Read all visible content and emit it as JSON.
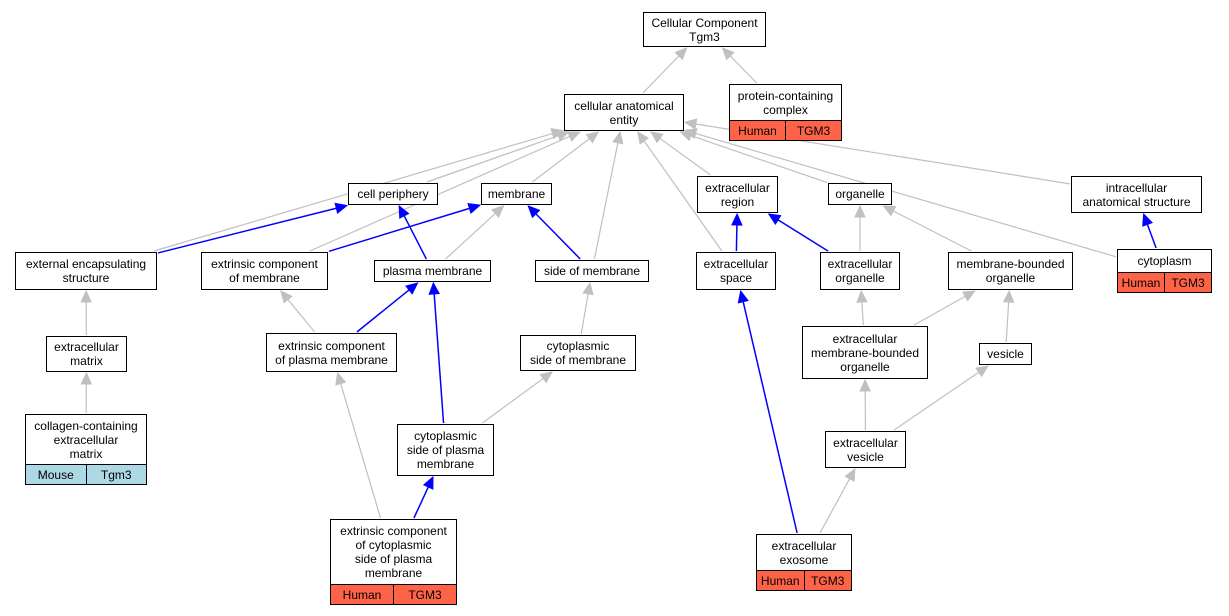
{
  "colors": {
    "node_border": "#000000",
    "node_fill": "#ffffff",
    "edge_gray": "#c0c0c0",
    "edge_blue": "#0000ff",
    "human_badge": "#ff6347",
    "mouse_badge": "#add8e6"
  },
  "nodes": {
    "root": {
      "label": "Cellular Component\nTgm3"
    },
    "cae": {
      "label": "cellular anatomical\nentity"
    },
    "pcc": {
      "label": "protein-containing\ncomplex",
      "badges": [
        "Human",
        "TGM3"
      ]
    },
    "cellper": {
      "label": "cell periphery"
    },
    "membrane": {
      "label": "membrane"
    },
    "exreg": {
      "label": "extracellular\nregion"
    },
    "organelle": {
      "label": "organelle"
    },
    "intra": {
      "label": "intracellular\nanatomical structure"
    },
    "cytoplasm": {
      "label": "cytoplasm",
      "badges": [
        "Human",
        "TGM3"
      ]
    },
    "ees": {
      "label": "external encapsulating\nstructure"
    },
    "ecm": {
      "label": "extrinsic component\nof membrane"
    },
    "pm": {
      "label": "plasma membrane"
    },
    "som": {
      "label": "side of membrane"
    },
    "exspace": {
      "label": "extracellular\nspace"
    },
    "exorg": {
      "label": "extracellular\norganelle"
    },
    "mbo": {
      "label": "membrane-bounded\norganelle"
    },
    "exmatrix": {
      "label": "extracellular\nmatrix"
    },
    "ecpm": {
      "label": "extrinsic component\nof plasma membrane"
    },
    "csom": {
      "label": "cytoplasmic\nside of membrane"
    },
    "exmbo": {
      "label": "extracellular\nmembrane-bounded\norganelle"
    },
    "vesicle": {
      "label": "vesicle"
    },
    "ccem": {
      "label": "collagen-containing\nextracellular\nmatrix",
      "badges": [
        "Mouse",
        "Tgm3"
      ]
    },
    "cspm": {
      "label": "cytoplasmic\nside of plasma\nmembrane"
    },
    "exves": {
      "label": "extracellular\nvesicle"
    },
    "eccspm": {
      "label": "extrinsic component\nof cytoplasmic\nside of plasma\nmembrane",
      "badges": [
        "Human",
        "TGM3"
      ]
    },
    "exo": {
      "label": "extracellular\nexosome",
      "badges": [
        "Human",
        "TGM3"
      ]
    }
  },
  "edges": [
    {
      "from": "cae",
      "to": "root",
      "kind": "is_a"
    },
    {
      "from": "pcc",
      "to": "root",
      "kind": "is_a"
    },
    {
      "from": "cellper",
      "to": "cae",
      "kind": "is_a"
    },
    {
      "from": "membrane",
      "to": "cae",
      "kind": "is_a"
    },
    {
      "from": "som",
      "to": "cae",
      "kind": "is_a"
    },
    {
      "from": "exreg",
      "to": "cae",
      "kind": "is_a"
    },
    {
      "from": "exspace",
      "to": "cae",
      "kind": "is_a"
    },
    {
      "from": "organelle",
      "to": "cae",
      "kind": "is_a"
    },
    {
      "from": "intra",
      "to": "cae",
      "kind": "is_a"
    },
    {
      "from": "cytoplasm",
      "to": "cae",
      "kind": "is_a"
    },
    {
      "from": "ees",
      "to": "cae",
      "kind": "is_a"
    },
    {
      "from": "ecm",
      "to": "cae",
      "kind": "is_a"
    },
    {
      "from": "ees",
      "to": "cellper",
      "kind": "part_of"
    },
    {
      "from": "pm",
      "to": "cellper",
      "kind": "part_of"
    },
    {
      "from": "ecm",
      "to": "membrane",
      "kind": "part_of"
    },
    {
      "from": "pm",
      "to": "membrane",
      "kind": "is_a"
    },
    {
      "from": "som",
      "to": "membrane",
      "kind": "part_of"
    },
    {
      "from": "exspace",
      "to": "exreg",
      "kind": "part_of"
    },
    {
      "from": "exorg",
      "to": "exreg",
      "kind": "part_of"
    },
    {
      "from": "exorg",
      "to": "organelle",
      "kind": "is_a"
    },
    {
      "from": "mbo",
      "to": "organelle",
      "kind": "is_a"
    },
    {
      "from": "cytoplasm",
      "to": "intra",
      "kind": "part_of"
    },
    {
      "from": "exmatrix",
      "to": "ees",
      "kind": "is_a"
    },
    {
      "from": "ecpm",
      "to": "ecm",
      "kind": "is_a"
    },
    {
      "from": "ecpm",
      "to": "pm",
      "kind": "part_of"
    },
    {
      "from": "cspm",
      "to": "pm",
      "kind": "part_of"
    },
    {
      "from": "csom",
      "to": "som",
      "kind": "is_a"
    },
    {
      "from": "exmbo",
      "to": "exorg",
      "kind": "is_a"
    },
    {
      "from": "exmbo",
      "to": "mbo",
      "kind": "is_a"
    },
    {
      "from": "vesicle",
      "to": "mbo",
      "kind": "is_a"
    },
    {
      "from": "ccem",
      "to": "exmatrix",
      "kind": "is_a"
    },
    {
      "from": "cspm",
      "to": "csom",
      "kind": "is_a"
    },
    {
      "from": "exves",
      "to": "exmbo",
      "kind": "is_a"
    },
    {
      "from": "exves",
      "to": "vesicle",
      "kind": "is_a"
    },
    {
      "from": "eccspm",
      "to": "ecpm",
      "kind": "is_a"
    },
    {
      "from": "eccspm",
      "to": "cspm",
      "kind": "part_of"
    },
    {
      "from": "exo",
      "to": "exspace",
      "kind": "part_of"
    },
    {
      "from": "exo",
      "to": "exves",
      "kind": "is_a"
    }
  ]
}
